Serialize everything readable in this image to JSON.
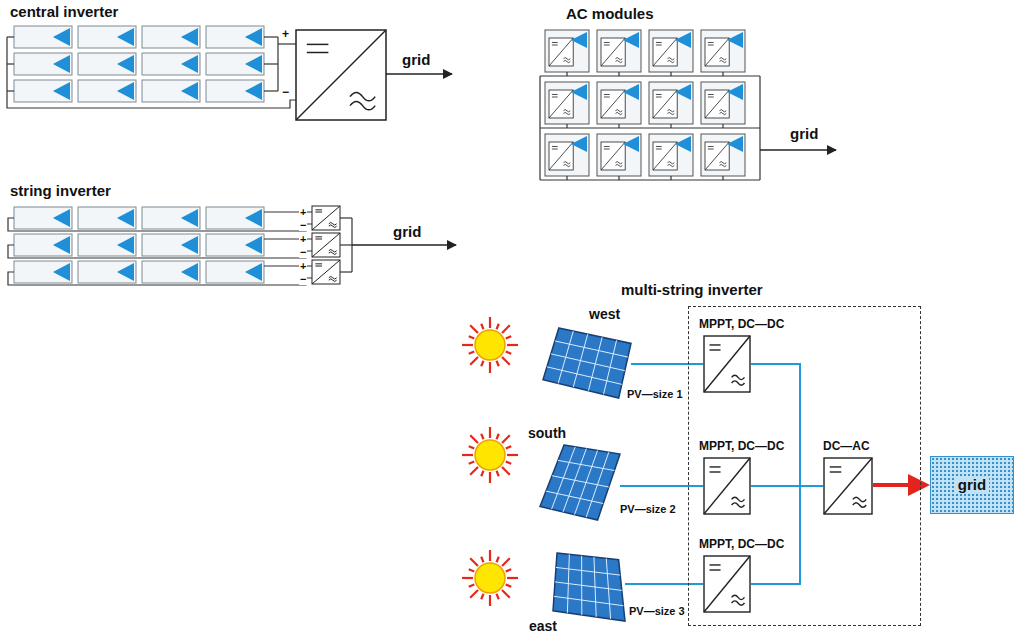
{
  "diagram": {
    "nodes": [
      {
        "text": [
          "multi-string inverter"
        ]
      },
      {
        "text": [
          "west",
          "PV—size 1"
        ]
      },
      {
        "text": [
          "south",
          "PV—size 2"
        ]
      },
      {
        "text": [
          "east",
          "PV—size 3"
        ]
      },
      {
        "text": [
          "MPPT, DC—DC"
        ],
        "in": 0
      },
      {
        "text": [
          "MPPT, DC—DC"
        ],
        "in": 0
      },
      {
        "text": [
          "MPPT, DC—DC"
        ],
        "in": 0
      },
      {
        "text": [
          "DC—AC"
        ],
        "in": 0
      },
      {
        "text": [
          "grid"
        ]
      }
    ],
    "edges": [
      {
        "from": 1,
        "to": 4,
        "arrow": "none"
      },
      {
        "from": 2,
        "to": 5,
        "arrow": "none"
      },
      {
        "from": 3,
        "to": 6,
        "arrow": "none"
      },
      {
        "from": 4,
        "to": 7,
        "arrow": "none"
      },
      {
        "from": 5,
        "to": 7,
        "arrow": "none"
      },
      {
        "from": 6,
        "to": 7,
        "arrow": "none"
      },
      {
        "from": 7,
        "to": 8,
        "arrow": "to"
      }
    ],
    "labels": [
      "central inverter",
      "+",
      "−",
      "grid",
      "AC modules",
      "grid",
      "string inverter",
      "+",
      "−",
      "+",
      "−",
      "+",
      "−",
      "grid"
    ]
  }
}
